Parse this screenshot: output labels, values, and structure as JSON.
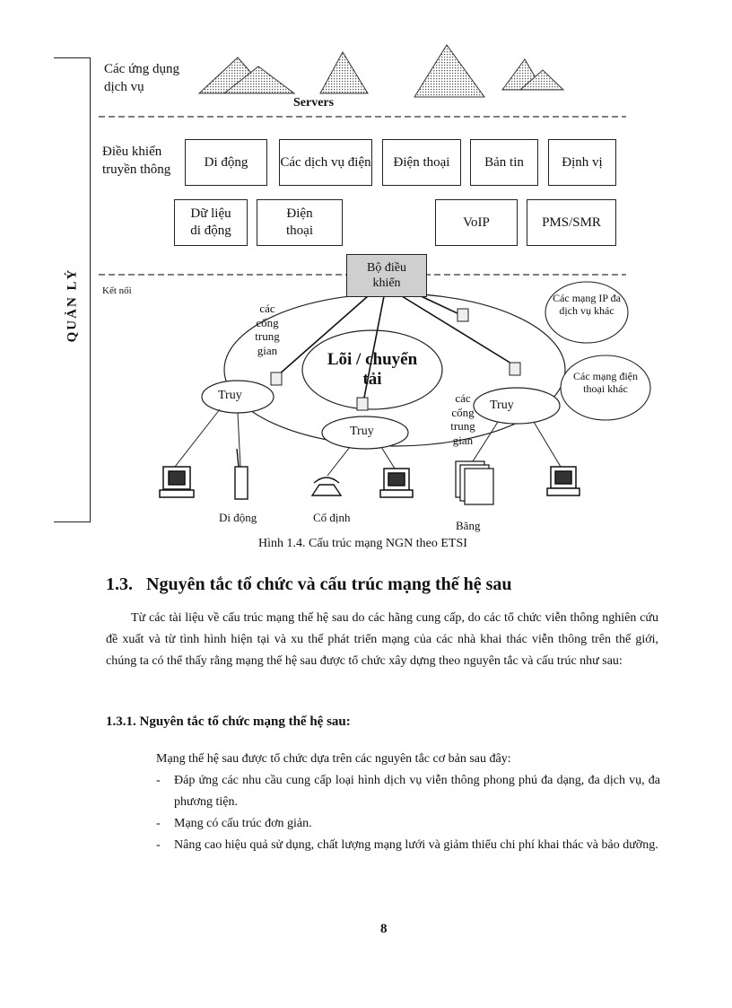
{
  "sidebar": {
    "label": "QUẢN LÝ"
  },
  "figure": {
    "layers": {
      "applications": "Các ứng dụng dịch vụ",
      "servers": "Servers",
      "control": "Điều khiển truyền thông",
      "connection": "Kết nối"
    },
    "control_boxes_row1": [
      "Di động",
      "Các dịch vụ điện",
      "Điện thoại",
      "Bản tin",
      "Định vị"
    ],
    "control_boxes_row2": [
      "Dữ liệu di động",
      "Điện thoại",
      "VoIP",
      "PMS/SMR"
    ],
    "controller": "Bộ điều khiển",
    "core": "Lõi / chuyển tải",
    "gateways_left": "các cổng trung gian",
    "gateways_right": "các cổng trung gian",
    "access_nodes": [
      "Truy",
      "Truy",
      "Truy"
    ],
    "cloud_ip": "Các mạng IP đa dịch vụ khác",
    "cloud_phone": "Các mạng điện thoại khác",
    "terminal_labels": [
      "Di động",
      "Cố định",
      "Băng"
    ],
    "caption": "Hình 1.4. Cấu trúc mạng NGN theo ETSI"
  },
  "section": {
    "number": "1.3.",
    "title": "Nguyên tắc tổ chức và cấu trúc mạng thế hệ sau",
    "paragraph": "Từ các tài liệu về cấu trúc mạng thế hệ sau do các hãng cung cấp, do các tổ chức viễn thông nghiên cứu đề xuất và từ tình hình hiện tại và xu thế phát triển mạng của các nhà khai thác viễn thông trên thế giới, chúng ta có thể thấy rằng mạng thế hệ sau được tổ chức xây dựng theo nguyên tắc và cấu trúc như sau:"
  },
  "subsection": {
    "number": "1.3.1.",
    "title": "Nguyên tắc tổ chức mạng thế hệ sau:",
    "intro": "Mạng thế hệ sau được tổ chức dựa trên các nguyên tắc cơ bản sau đây:",
    "items": [
      "Đáp ứng các nhu cầu cung cấp loại hình dịch vụ viễn thông phong phú đa dạng, đa dịch vụ, đa phương tiện.",
      "Mạng có cấu trúc đơn giản.",
      "Nâng cao hiệu quả sử dụng, chất lượng mạng lưới và giảm thiểu chi phí khai thác và bảo dưỡng."
    ]
  },
  "page_number": "8"
}
